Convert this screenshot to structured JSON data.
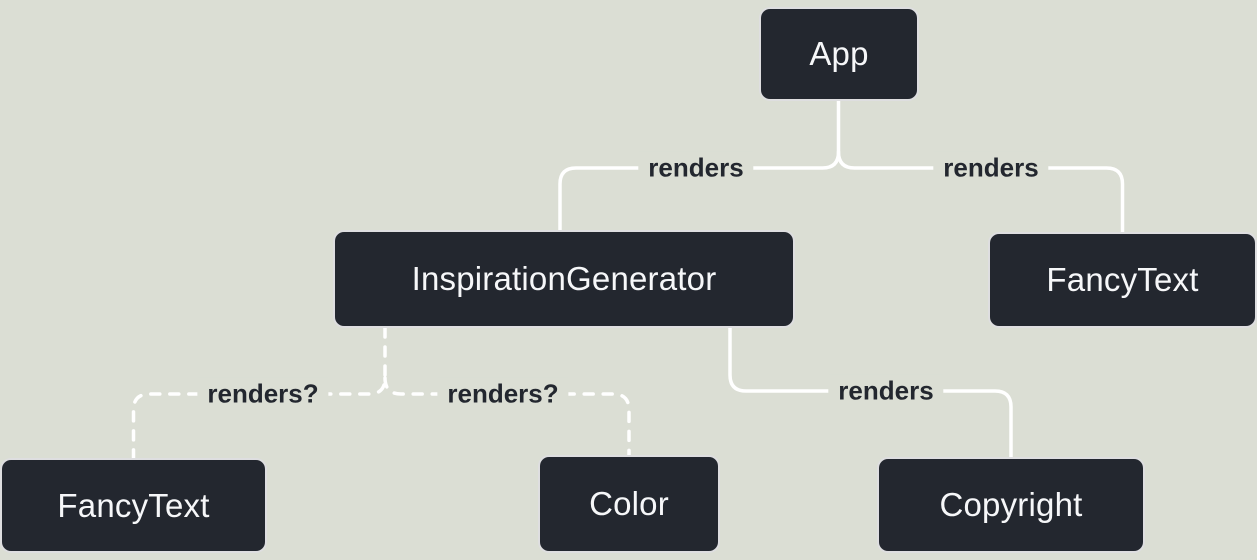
{
  "diagram": {
    "title": "render-tree",
    "colors": {
      "background": "#dbded4",
      "node_bg": "#23272f",
      "node_text": "#f6f7f9",
      "line": "#ffffff",
      "label_text": "#23272f"
    },
    "nodes": {
      "app": {
        "label": "App"
      },
      "inspiration_generator": {
        "label": "InspirationGenerator"
      },
      "fancy_text_top": {
        "label": "FancyText"
      },
      "fancy_text_bottom": {
        "label": "FancyText"
      },
      "color": {
        "label": "Color"
      },
      "copyright": {
        "label": "Copyright"
      }
    },
    "edges": {
      "app_inspiration": {
        "label": "renders",
        "style": "solid"
      },
      "app_fancytext": {
        "label": "renders",
        "style": "solid"
      },
      "inspiration_copyright": {
        "label": "renders",
        "style": "solid"
      },
      "inspiration_fancytext": {
        "label": "renders?",
        "style": "dashed"
      },
      "inspiration_color": {
        "label": "renders?",
        "style": "dashed"
      }
    }
  }
}
